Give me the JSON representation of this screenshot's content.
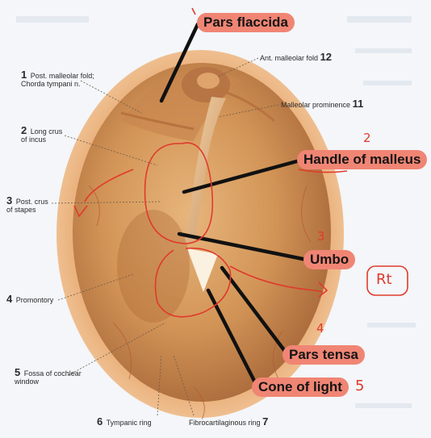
{
  "labels_left": [
    {
      "num": "1",
      "text": "Post. malleolar fold;\nChorda tympani n."
    },
    {
      "num": "2",
      "text": "Long crus\nof incus"
    },
    {
      "num": "3",
      "text": "Post. crus\nof stapes"
    },
    {
      "num": "4",
      "text": "Promontory"
    },
    {
      "num": "5",
      "text": "Fossa of cochlear\nwindow"
    }
  ],
  "labels_top_right": [
    {
      "num": "12",
      "text": "Ant. malleolar fold"
    },
    {
      "num": "11",
      "text": "Malleolar prominence"
    }
  ],
  "labels_bottom": [
    {
      "num": "6",
      "text": "Tympanic ring"
    },
    {
      "num": "7",
      "text": "Fibrocartilaginous ring"
    }
  ],
  "highlights": [
    "Pars flaccida",
    "Handle of malleus",
    "Umbo",
    "Pars tensa",
    "Cone of light"
  ],
  "annotations": {
    "num_handle": "2",
    "num_umbo": "3",
    "num_pars_tensa": "4",
    "num_cone": "5",
    "box_text": "Rt"
  },
  "colors": {
    "highlight_bg": "#f08574",
    "ink": "#e03a2c",
    "membrane": "#c98a4c"
  }
}
